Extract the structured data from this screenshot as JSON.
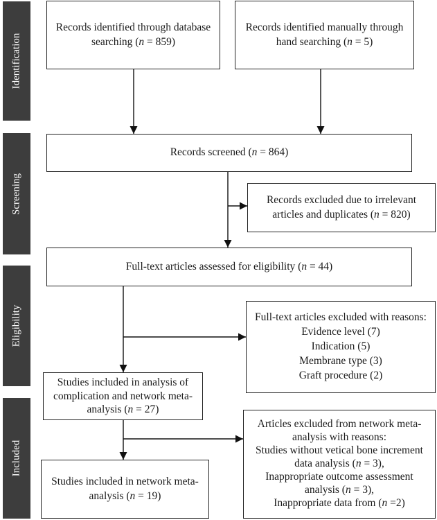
{
  "stages": {
    "identification": "Identification",
    "screening": "Screening",
    "eligibility": "Eligibility",
    "included": "Included"
  },
  "boxes": {
    "database": {
      "line1": "Records identified through database",
      "pre": "searching (",
      "n": "n",
      "post": " = 859)"
    },
    "hand": {
      "line1": "Records identified manually through",
      "pre": "hand searching (",
      "n": "n",
      "post": " = 5)"
    },
    "screened": {
      "pre": "Records screened (",
      "n": "n",
      "post": " = 864)"
    },
    "excluded_irrelevant": {
      "line1": "Records excluded due to irrelevant",
      "pre": "articles and duplicates (",
      "n": "n",
      "post": " = 820)"
    },
    "fulltext": {
      "pre": "Full-text articles assessed for eligibility (",
      "n": "n",
      "post": " = 44)"
    },
    "fulltext_excluded": {
      "heading": "Full-text articles excluded with reasons:",
      "reasons": [
        "Evidence level (7)",
        "Indication (5)",
        "Membrane type (3)",
        "Graft procedure (2)"
      ]
    },
    "complication": {
      "line1": "Studies included in analysis of",
      "line2": "complication and network meta-",
      "pre": "analysis (",
      "n": "n",
      "post": " = 27)"
    },
    "nma_excluded": {
      "line1": "Articles excluded from network meta-",
      "line2": "analysis with reasons:",
      "line3": "Studies without vetical bone increment",
      "l4_pre": "data analysis (",
      "l4_n": "n",
      "l4_post": " = 3),",
      "line5": "Inappropriate outcome assessment",
      "l6_pre": "analysis (",
      "l6_n": "n",
      "l6_post": " = 3),",
      "l7_pre": "Inappropriate data from (",
      "l7_n": "n",
      "l7_post": " =2)"
    },
    "nma_included": {
      "line1": "Studies included in network meta-",
      "pre": "analysis (",
      "n": "n",
      "post": " = 19)"
    }
  }
}
